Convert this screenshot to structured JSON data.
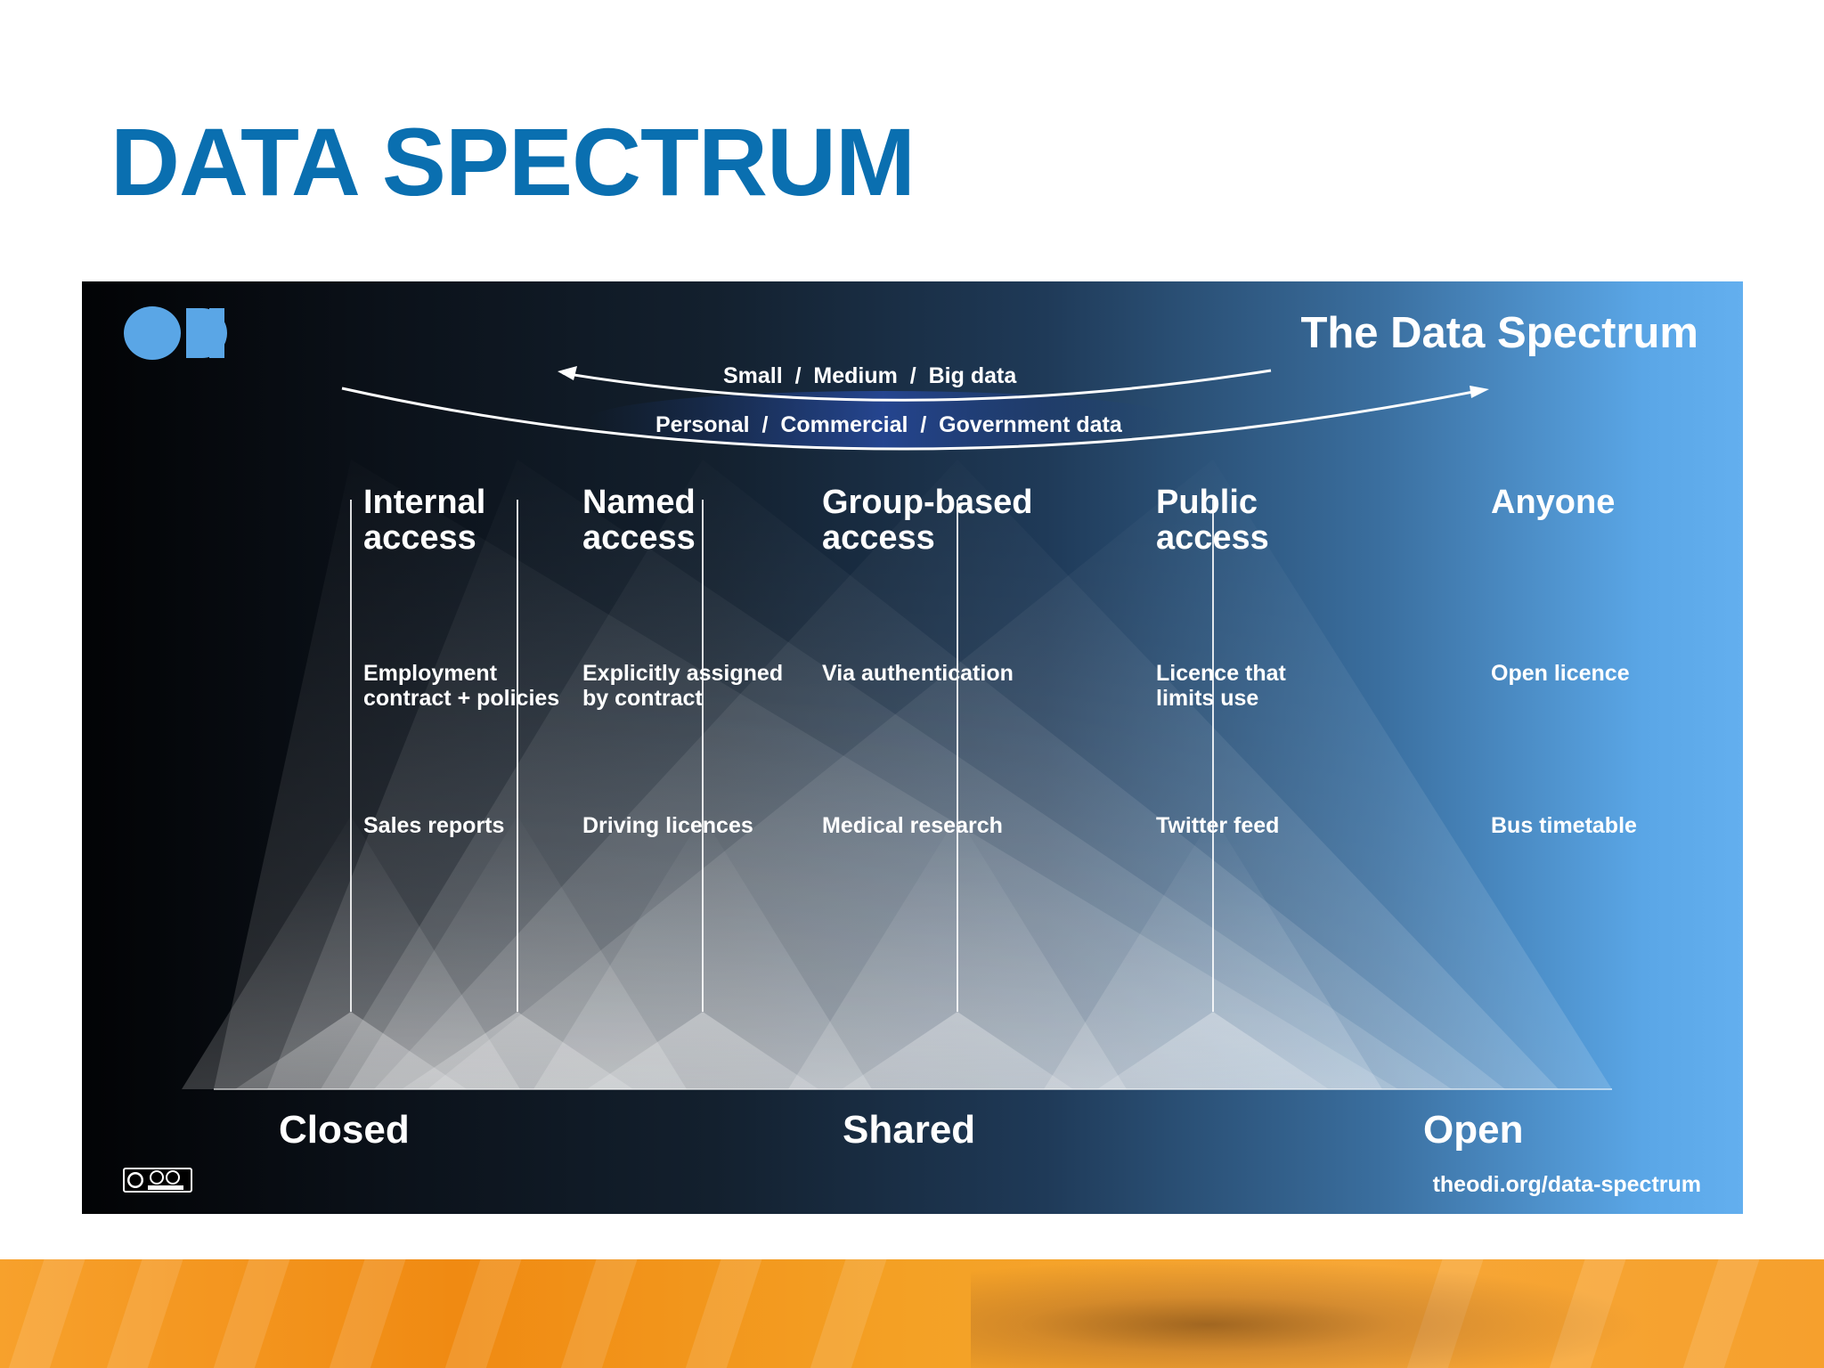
{
  "slide": {
    "title": "DATA SPECTRUM"
  },
  "panel": {
    "logo_text": "ODI",
    "heading": "The Data Spectrum",
    "arc_top": "Small  /  Medium  /  Big data",
    "arc_bottom": "Personal  /  Commercial  /  Government data",
    "columns": [
      {
        "title": [
          "Internal",
          "access"
        ],
        "license": [
          "Employment",
          "contract + policies"
        ],
        "example": "Sales reports"
      },
      {
        "title": [
          "Named",
          "access"
        ],
        "license": [
          "Explicitly assigned",
          "by contract"
        ],
        "example": "Driving licences"
      },
      {
        "title": [
          "Group-based",
          "access"
        ],
        "license": [
          "Via authentication"
        ],
        "example": "Medical research"
      },
      {
        "title": [
          "Public",
          "access"
        ],
        "license": [
          "Licence that",
          "limits use"
        ],
        "example": "Twitter feed"
      },
      {
        "title": [
          "Anyone"
        ],
        "license": [
          "Open licence"
        ],
        "example": "Bus timetable"
      }
    ],
    "bottom": {
      "closed": "Closed",
      "shared": "Shared",
      "open": "Open"
    },
    "url": "theodi.org/data-spectrum",
    "cc_badge": "cc-by-sa-badge"
  },
  "colors": {
    "title": "#0a6fb0",
    "panel_dark": "#020305",
    "panel_light": "#63afef",
    "stripe": "#f7a12c"
  }
}
